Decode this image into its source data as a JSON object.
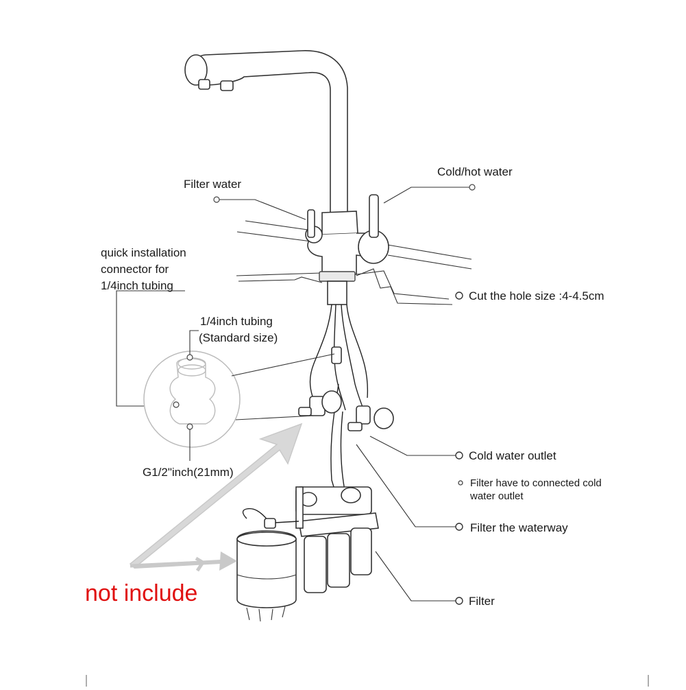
{
  "labels": {
    "filter_water": "Filter water",
    "cold_hot_water": "Cold/hot water",
    "quick_install_1": "quick installation",
    "quick_install_2": "connector for",
    "quick_install_3": "1/4inch tubing",
    "tubing_1": "1/4inch tubing",
    "tubing_2": "(Standard size)",
    "cut_hole": "Cut the hole size :4-4.5cm",
    "cold_outlet": "Cold water outlet",
    "note_1": "Filter have to connected cold",
    "note_2": "water outlet",
    "waterway": "Filter the waterway",
    "filter": "Filter",
    "g_thread": "G1/2\"inch(21mm)",
    "not_include": "not include"
  },
  "colors": {
    "not_include": "#e01010",
    "arrow": "#c9c9c9"
  }
}
